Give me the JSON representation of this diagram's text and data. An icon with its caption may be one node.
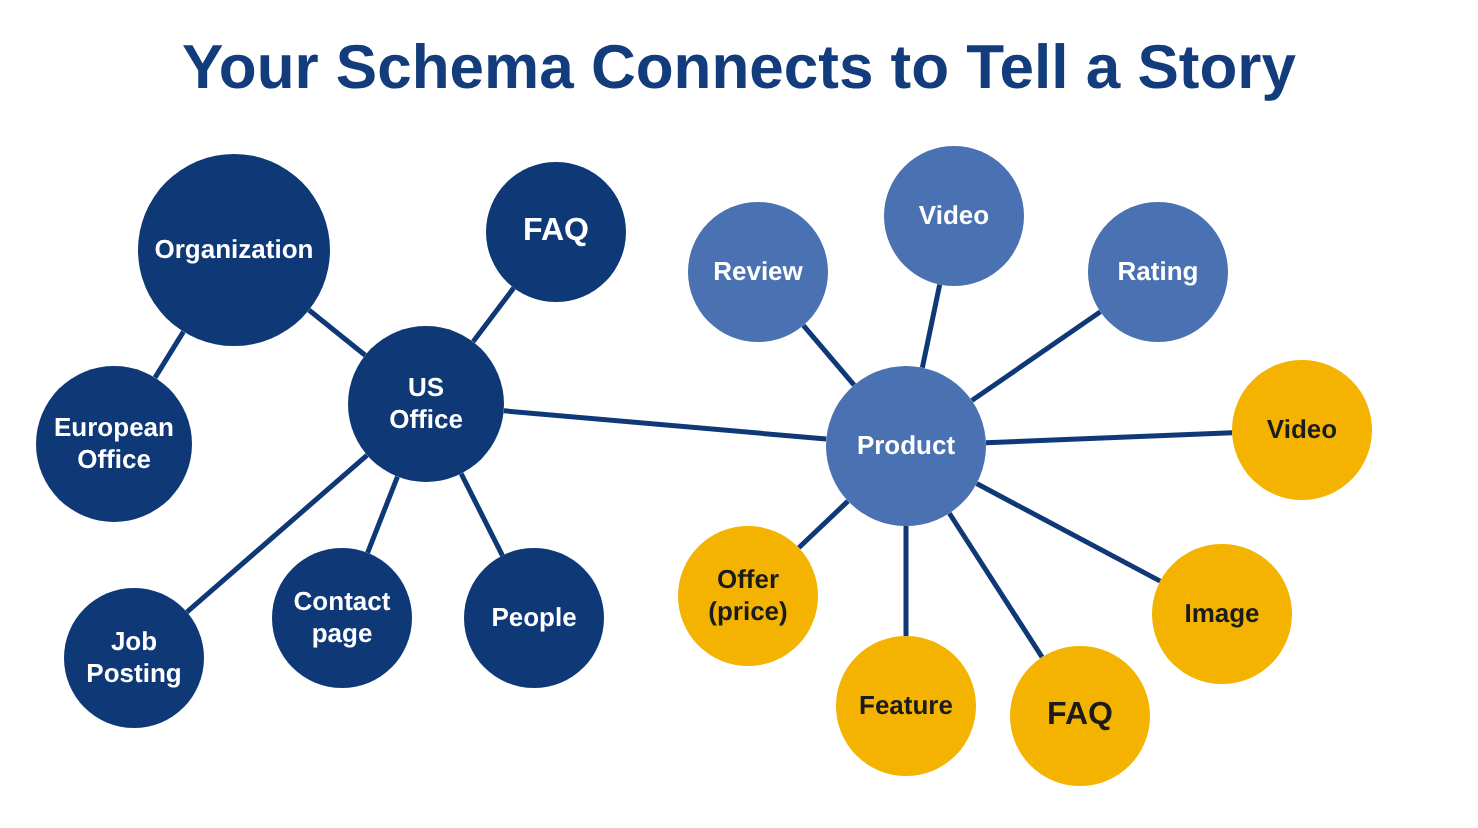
{
  "diagram": {
    "title": "Your Schema Connects to Tell a Story",
    "nodes": [
      {
        "text": [
          "Organization"
        ]
      },
      {
        "text": [
          "FAQ"
        ]
      },
      {
        "text": [
          "US Office"
        ]
      },
      {
        "text": [
          "European Office"
        ]
      },
      {
        "text": [
          "Job Posting"
        ]
      },
      {
        "text": [
          "Contact page"
        ]
      },
      {
        "text": [
          "People"
        ]
      },
      {
        "text": [
          "Review"
        ]
      },
      {
        "text": [
          "Video"
        ]
      },
      {
        "text": [
          "Rating"
        ]
      },
      {
        "text": [
          "Product"
        ]
      },
      {
        "text": [
          "Video"
        ]
      },
      {
        "text": [
          "Offer (price)"
        ]
      },
      {
        "text": [
          "Image"
        ]
      },
      {
        "text": [
          "Feature"
        ]
      },
      {
        "text": [
          "FAQ"
        ]
      }
    ],
    "edges": [
      {
        "from": 0,
        "to": 2,
        "arrow": "none"
      },
      {
        "from": 1,
        "to": 2,
        "arrow": "none"
      },
      {
        "from": 3,
        "to": 0,
        "arrow": "none"
      },
      {
        "from": 2,
        "to": 4,
        "arrow": "none"
      },
      {
        "from": 2,
        "to": 5,
        "arrow": "none"
      },
      {
        "from": 2,
        "to": 6,
        "arrow": "none"
      },
      {
        "from": 2,
        "to": 10,
        "arrow": "none"
      },
      {
        "from": 10,
        "to": 7,
        "arrow": "none"
      },
      {
        "from": 10,
        "to": 8,
        "arrow": "none"
      },
      {
        "from": 10,
        "to": 9,
        "arrow": "none"
      },
      {
        "from": 10,
        "to": 11,
        "arrow": "none"
      },
      {
        "from": 10,
        "to": 12,
        "arrow": "none"
      },
      {
        "from": 10,
        "to": 13,
        "arrow": "none"
      },
      {
        "from": 10,
        "to": 14,
        "arrow": "none"
      },
      {
        "from": 10,
        "to": 15,
        "arrow": "none"
      }
    ]
  }
}
